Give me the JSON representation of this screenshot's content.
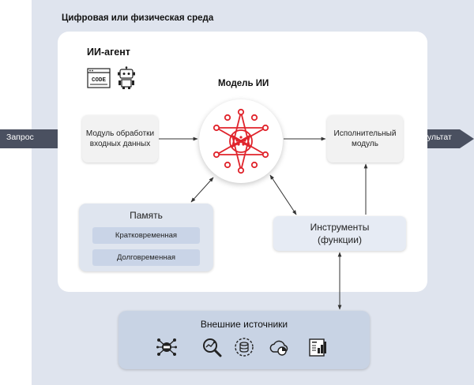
{
  "environment": {
    "title": "Цифровая или физическая среда"
  },
  "agent": {
    "title": "ИИ-агент",
    "code_icon_text": "CODE"
  },
  "model": {
    "title": "Модель ИИ"
  },
  "input_module": {
    "line1": "Модуль обработки",
    "line2": "входных данных"
  },
  "executive_module": {
    "line1": "Исполнительный",
    "line2": "модуль"
  },
  "memory": {
    "title": "Память",
    "items": [
      "Кратковременная",
      "Долговременная"
    ]
  },
  "tools": {
    "line1": "Инструменты",
    "line2": "(функции)"
  },
  "external": {
    "title": "Внешние источники",
    "icons": [
      "api-network-icon",
      "magnifier-analytics-icon",
      "database-gear-icon",
      "cloud-chart-icon",
      "document-chart-icon"
    ]
  },
  "io": {
    "input_label": "Запрос",
    "output_label": "Результат"
  },
  "colors": {
    "accent_red": "#e0242c",
    "arrow_dark": "#4a5060",
    "outer_bg": "#dfe4ee",
    "external_bg": "#c8d3e4"
  }
}
